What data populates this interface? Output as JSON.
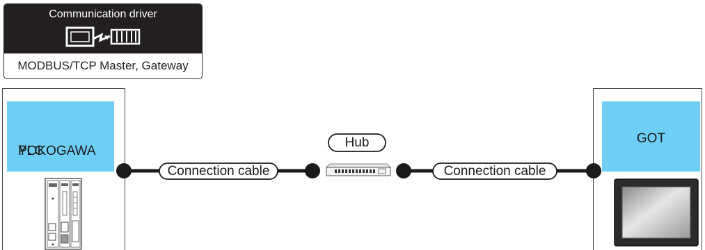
{
  "driver": {
    "title": "Communication driver",
    "name": "MODBUS/TCP Master, Gateway"
  },
  "devices": {
    "left": {
      "label_line1": "YOKOGAWA",
      "label_line2": "PLC"
    },
    "right": {
      "label": "GOT"
    }
  },
  "connections": {
    "left_cable": "Connection cable",
    "hub": "Hub",
    "right_cable": "Connection cable"
  },
  "colors": {
    "label_fill": "#6dcff6",
    "driver_header": "#231f20"
  },
  "icons": [
    "plc-unit-icon",
    "hub-icon",
    "got-panel-icon",
    "driver-connection-icon"
  ]
}
